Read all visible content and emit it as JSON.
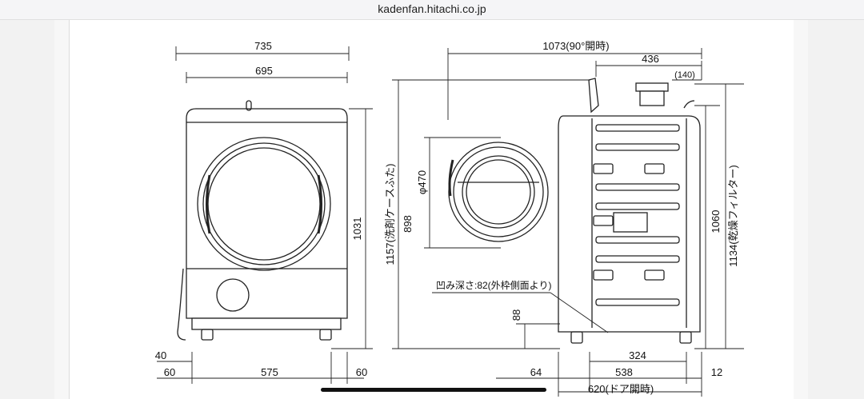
{
  "browser": {
    "url": "kadenfan.hitachi.co.jp"
  },
  "dims": {
    "w735": "735",
    "w695": "695",
    "h1031": "1031",
    "d40": "40",
    "d60a": "60",
    "w575": "575",
    "d60b": "60",
    "w1073": "1073(90°開時)",
    "w436": "436",
    "d140": "(140)",
    "h1157": "1157(洗剤ケースふた)",
    "h898": "898",
    "phi470": "φ470",
    "dent": "凹み深さ:82(外枠側面より)",
    "h88": "88",
    "h1060": "1060",
    "h1134": "1134(乾燥フィルター)",
    "w324": "324",
    "d64": "64",
    "w538": "538",
    "d12": "12",
    "w620": "620(ドア開時)"
  }
}
